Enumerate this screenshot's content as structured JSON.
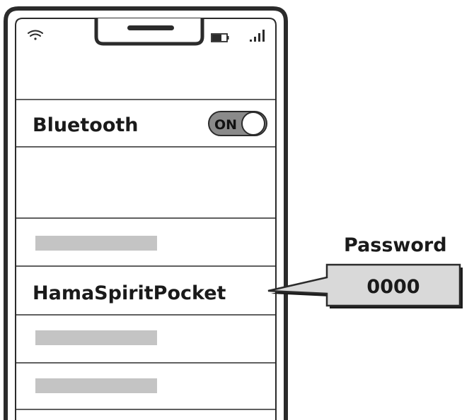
{
  "bluetooth": {
    "label": "Bluetooth",
    "toggle_text": "ON",
    "toggle_state": "on"
  },
  "device_list": {
    "selected_device": "HamaSpiritPocket"
  },
  "callout": {
    "title": "Password",
    "value": "0000"
  },
  "colors": {
    "outline": "#2b2b2b",
    "placeholder_bar": "#c4c4c4",
    "toggle_track": "#8a8a8a",
    "callout_fill": "#d9d9d9"
  }
}
